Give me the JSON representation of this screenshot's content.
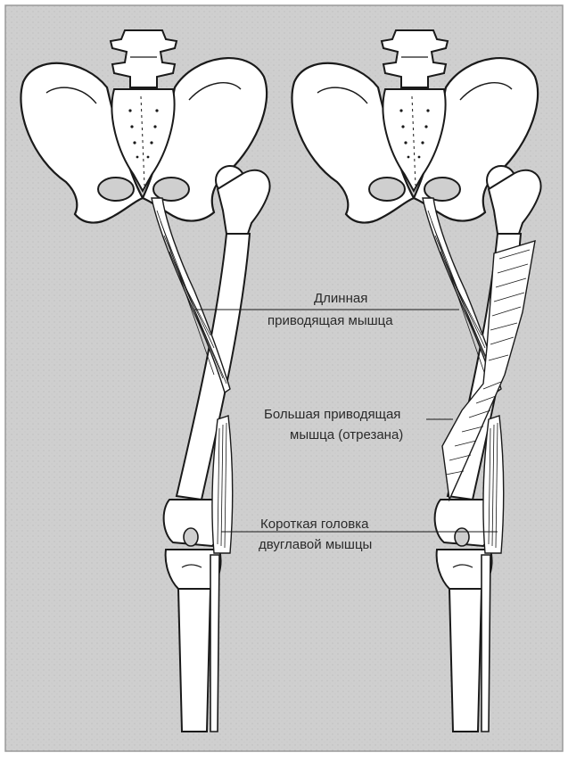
{
  "colors": {
    "background": "#cfcfcf",
    "bone_fill": "#ffffff",
    "outline": "#1a1a1a",
    "frame": "#9a9a9a"
  },
  "labels": {
    "adductor_longus": {
      "line1": "Длинная",
      "line2": "приводящая мышца"
    },
    "adductor_magnus": {
      "line1": "Большая приводящая",
      "line2": "мышца (отрезана)"
    },
    "biceps_short_head": {
      "line1": "Короткая головка",
      "line2": "двуглавой мышцы"
    }
  }
}
